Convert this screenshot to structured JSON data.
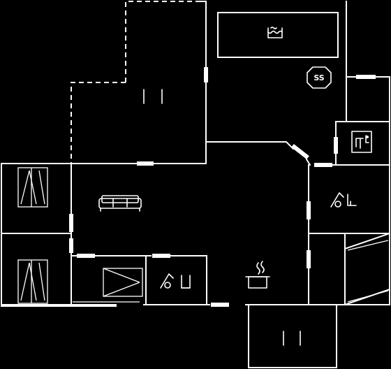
{
  "plan": {
    "background_color": "#000000",
    "line_color": "#ffffff",
    "rooms": [
      {
        "key": "terrace_top",
        "icon": "bed-icon"
      },
      {
        "key": "terrace_bottom",
        "icon": "bed-icon"
      },
      {
        "key": "pool_area",
        "icon": "pool-icon"
      },
      {
        "key": "sauna",
        "icon": "sauna-icon"
      },
      {
        "key": "utility_right",
        "icon": "washing-machine-icon"
      },
      {
        "key": "bathroom_right",
        "icon": "shower-toilet-icon"
      },
      {
        "key": "bathroom_left",
        "icon": "shower-toilet-icon"
      },
      {
        "key": "living_room",
        "icon": "sofa-icon"
      },
      {
        "key": "kitchen",
        "icon": "cooking-pot-icon"
      },
      {
        "key": "bedroom_1",
        "icon": "bunk-bed-icon"
      },
      {
        "key": "bedroom_2",
        "icon": "bunk-bed-icon"
      },
      {
        "key": "bedroom_3",
        "icon": "single-bed-icon"
      },
      {
        "key": "bedroom_4",
        "icon": "single-bed-icon"
      }
    ]
  }
}
